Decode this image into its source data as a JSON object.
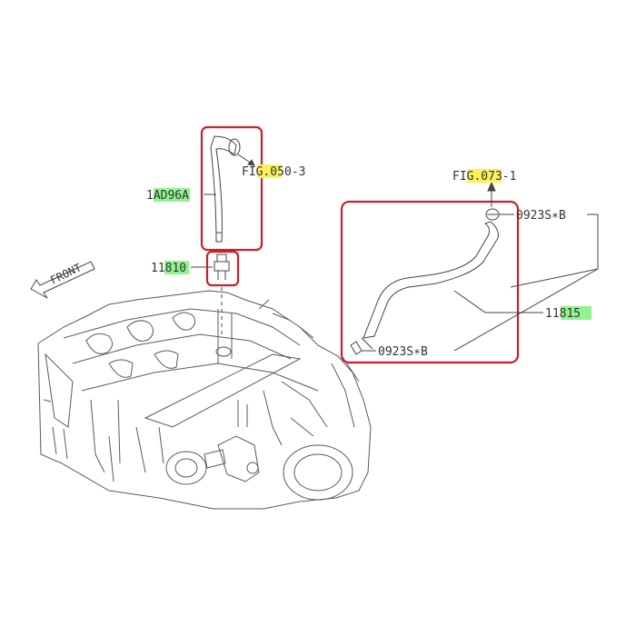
{
  "colors": {
    "highlight_box": "#c8202c",
    "highlight_yellow": "#fdf15a",
    "highlight_green": "#8ff58c",
    "line": "#444444"
  },
  "labels": {
    "fig_050": {
      "prefix": "FIG",
      "hl": ".050",
      "suffix": "-3"
    },
    "fig_073": {
      "prefix": "FIG",
      "hl": ".073",
      "suffix": "-1"
    },
    "part_1ad96a": {
      "prefix": "1",
      "hl": "AD96",
      "suffix": "A"
    },
    "part_11810": {
      "prefix": "11",
      "hl": "810",
      "suffix": ""
    },
    "part_11815": {
      "prefix": "11",
      "hl": "815",
      "suffix": ""
    },
    "clamp_upper": "0923S∗B",
    "clamp_lower": "0923S∗B",
    "front": "FRONT"
  }
}
